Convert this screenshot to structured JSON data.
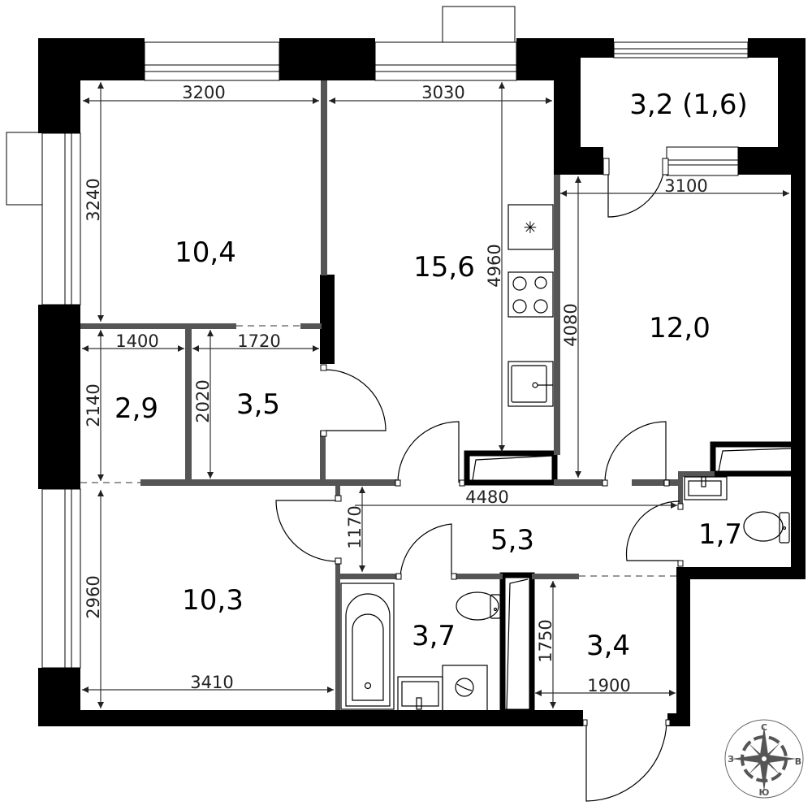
{
  "plan": {
    "rooms": [
      {
        "id": "bedroom-1",
        "area": "10,4"
      },
      {
        "id": "kitchen-living",
        "area": "15,6"
      },
      {
        "id": "loggia",
        "area": "3,2 (1,6)"
      },
      {
        "id": "bedroom-2",
        "area": "12,0"
      },
      {
        "id": "storage",
        "area": "2,9"
      },
      {
        "id": "wardrobe",
        "area": "3,5"
      },
      {
        "id": "corridor",
        "area": "5,3"
      },
      {
        "id": "toilet",
        "area": "1,7"
      },
      {
        "id": "bedroom-3",
        "area": "10,3"
      },
      {
        "id": "bathroom",
        "area": "3,7"
      },
      {
        "id": "hall",
        "area": "3,4"
      }
    ],
    "dimensions": {
      "bedroom1_width": "3200",
      "bedroom1_depth": "3240",
      "kitchen_width": "3030",
      "kitchen_depth": "4960",
      "bedroom2_width": "3100",
      "bedroom2_depth": "4080",
      "storage_width": "1400",
      "storage_depth": "2140",
      "wardrobe_width": "1720",
      "wardrobe_depth": "2020",
      "corridor_length": "4480",
      "corridor_width": "1170",
      "bedroom3_depth": "2960",
      "bedroom3_width": "3410",
      "hall_depth": "1750",
      "hall_width": "1900"
    },
    "fixtures": {
      "fridge_symbol": "✳"
    },
    "compass": {
      "north": "С",
      "south": "Ю",
      "west": "З",
      "east": "В",
      "color": "#555555"
    },
    "colors": {
      "outer_wall": "#000000",
      "partition": "#555555"
    }
  }
}
